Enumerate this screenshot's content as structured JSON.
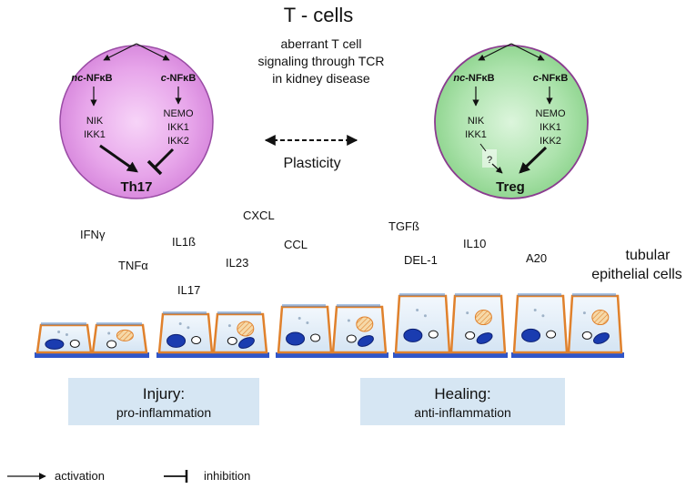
{
  "title": "T - cells",
  "subtitle_lines": [
    "aberrant T cell",
    "signaling through TCR",
    "in kidney disease"
  ],
  "plasticity_label": "Plasticity",
  "th17_cell": {
    "pathway_left": {
      "prefix": "nc",
      "suffix": "-NFκB"
    },
    "pathway_right": {
      "prefix": "c",
      "suffix": "-NFκB"
    },
    "left_proteins": [
      "NIK",
      "IKK1"
    ],
    "right_proteins": [
      "NEMO",
      "IKK1",
      "IKK2"
    ],
    "label": "Th17",
    "label_color": "#1a1a8c",
    "fill_color": "#e39be6"
  },
  "treg_cell": {
    "pathway_left": {
      "prefix": "nc",
      "suffix": "-NFκB"
    },
    "pathway_right": {
      "prefix": "c",
      "suffix": "-NFκB"
    },
    "left_proteins": [
      "NIK",
      "IKK1"
    ],
    "right_proteins": [
      "NEMO",
      "IKK1",
      "IKK2"
    ],
    "unknown_mark": "?",
    "label": "Treg",
    "label_color": "#b01818",
    "fill_color": "#a8e0a8"
  },
  "cytokines_injury": {
    "ifng": "IFNγ",
    "tnfa": "TNFα",
    "il1b": "IL1ß",
    "il17": "IL17",
    "il23": "IL23",
    "cxcl": "CXCL",
    "ccl": "CCL"
  },
  "cytokines_healing": {
    "tgfb": "TGFß",
    "del1": "DEL-1",
    "il10": "IL10",
    "a20": "A20"
  },
  "tubular_label_lines": [
    "tubular",
    "epithelial cells"
  ],
  "injury_box": {
    "title": "Injury:",
    "subtitle": "pro-inflammation"
  },
  "healing_box": {
    "title": "Healing:",
    "subtitle": "anti-inflammation"
  },
  "legend": {
    "activation": "activation",
    "inhibition": "inhibition"
  },
  "colors": {
    "box_fill": "#d6e6f3",
    "epithelium_base": "#2f55c9",
    "cell_wall": "#e0812c",
    "nucleus": "#1a3cb0",
    "brush_border": "#5a8fd0"
  }
}
